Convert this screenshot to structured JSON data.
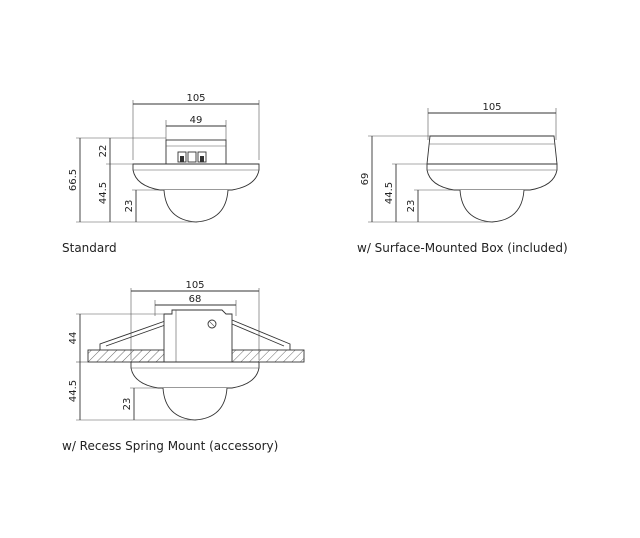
{
  "standard": {
    "caption": "Standard",
    "width_total": "105",
    "width_top": "49",
    "height_total": "66.5",
    "height_top": "22",
    "height_body": "44.5",
    "height_dome": "23"
  },
  "surface": {
    "caption": "w/ Surface-Mounted Box (included)",
    "width_total": "105",
    "height_total": "69",
    "height_body": "44.5",
    "height_dome": "23"
  },
  "recess": {
    "caption": "w/ Recess Spring Mount (accessory)",
    "width_total": "105",
    "width_top": "68",
    "height_top": "44",
    "height_body": "44.5",
    "height_dome": "23"
  }
}
